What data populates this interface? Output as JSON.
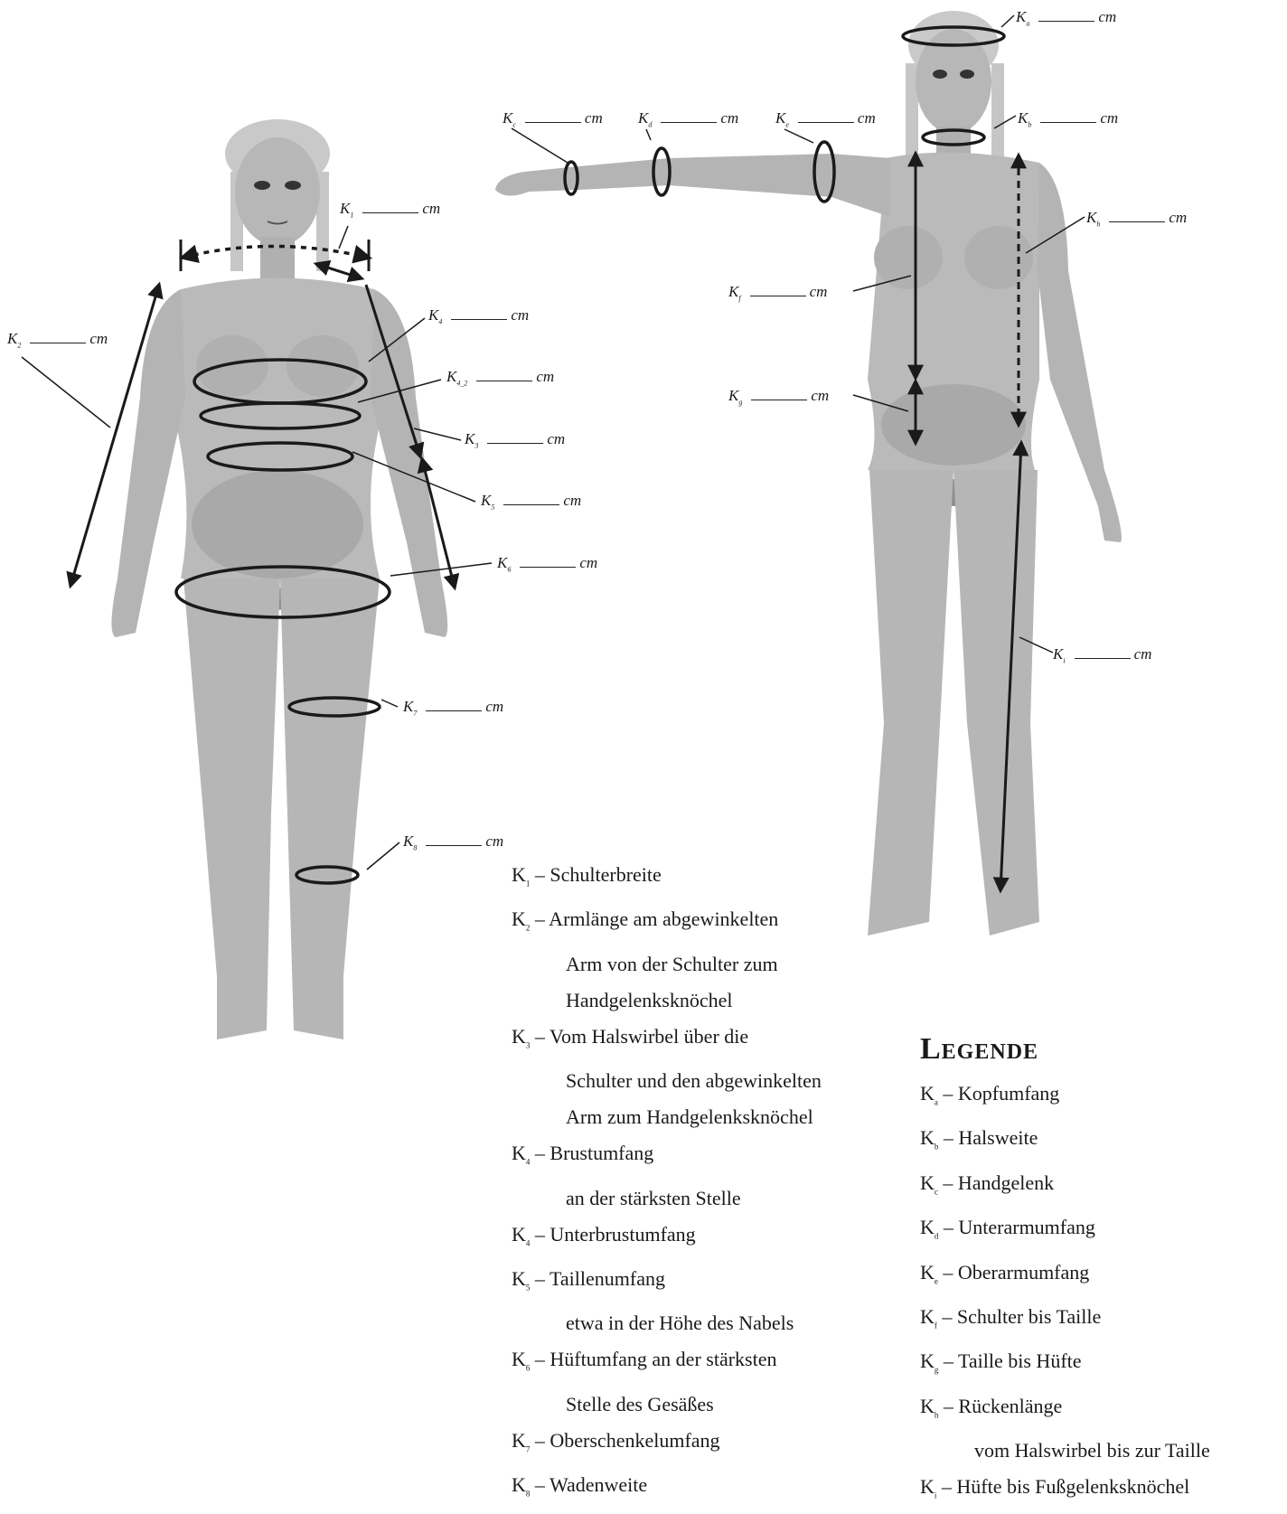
{
  "unit": "cm",
  "labels_left": [
    {
      "id": "K1",
      "sub": "1"
    },
    {
      "id": "K2",
      "sub": "2"
    },
    {
      "id": "K4",
      "sub": "4"
    },
    {
      "id": "K4_2",
      "sub": "4_2"
    },
    {
      "id": "K3",
      "sub": "3"
    },
    {
      "id": "K5",
      "sub": "5"
    },
    {
      "id": "K6",
      "sub": "6"
    },
    {
      "id": "K7",
      "sub": "7"
    },
    {
      "id": "K8",
      "sub": "8"
    }
  ],
  "labels_right": [
    {
      "id": "Ka",
      "sub": "a"
    },
    {
      "id": "Kc",
      "sub": "c"
    },
    {
      "id": "Kd",
      "sub": "d"
    },
    {
      "id": "Ke",
      "sub": "e"
    },
    {
      "id": "Kb",
      "sub": "b"
    },
    {
      "id": "Kh",
      "sub": "h"
    },
    {
      "id": "Kf",
      "sub": "f"
    },
    {
      "id": "Kg",
      "sub": "g"
    },
    {
      "id": "Ki",
      "sub": "i"
    }
  ],
  "key_prefix": "K",
  "list_numbers": [
    {
      "sub": "1",
      "text": "– Schulterbreite"
    },
    {
      "sub": "2",
      "text": "– Armlänge am abgewinkelten"
    },
    {
      "sub": "",
      "text": "Arm von der Schulter zum"
    },
    {
      "sub": "",
      "text": "Handgelenksknöchel"
    },
    {
      "sub": "3",
      "text": "– Vom Halswirbel über die"
    },
    {
      "sub": "",
      "text": "Schulter und den abgewinkelten"
    },
    {
      "sub": "",
      "text": "Arm zum Handgelenksknöchel"
    },
    {
      "sub": "4",
      "text": "– Brustumfang"
    },
    {
      "sub": "",
      "text": "an der stärksten Stelle"
    },
    {
      "sub": "4",
      "text": "– Unterbrustumfang"
    },
    {
      "sub": "5",
      "text": "– Taillenumfang"
    },
    {
      "sub": "",
      "text": "etwa in der Höhe des Nabels"
    },
    {
      "sub": "6",
      "text": "– Hüftumfang an der stärksten"
    },
    {
      "sub": "",
      "text": "Stelle des Gesäßes"
    },
    {
      "sub": "7",
      "text": "– Oberschenkelumfang"
    },
    {
      "sub": "8",
      "text": "– Wadenweite"
    }
  ],
  "legend_title": "Legende",
  "list_letters": [
    {
      "sub": "a",
      "text": "– Kopfumfang"
    },
    {
      "sub": "b",
      "text": "– Halsweite"
    },
    {
      "sub": "c",
      "text": "– Handgelenk"
    },
    {
      "sub": "d",
      "text": "– Unterarmumfang"
    },
    {
      "sub": "e",
      "text": "– Oberarmumfang"
    },
    {
      "sub": "f",
      "text": "– Schulter bis Taille"
    },
    {
      "sub": "g",
      "text": "– Taille bis Hüfte"
    },
    {
      "sub": "h",
      "text": "– Rückenlänge"
    },
    {
      "sub": "",
      "text": "vom Halswirbel bis zur Taille"
    },
    {
      "sub": "i",
      "text": "– Hüfte bis Fußgelenksknöchel"
    }
  ],
  "colors": {
    "body": "#b9b9b9",
    "body_shade": "#9e9e9e",
    "line": "#1a1a1a"
  }
}
